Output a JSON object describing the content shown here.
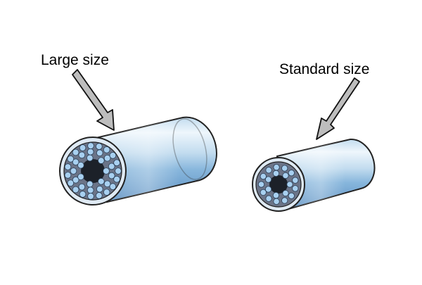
{
  "labels": {
    "large": "Large size",
    "standard": "Standard size"
  },
  "colors": {
    "tube_highlight": "#eef6fc",
    "tube_light": "#c2dcef",
    "tube_mid": "#87b6dc",
    "tube_dark": "#5b8fc2",
    "rod": "#a8d0f0",
    "rod_outline": "#2a3f57",
    "face_bg": "#6b7488",
    "core": "#1c2129",
    "outline": "#222222",
    "arrow_fill": "#bdbdbd"
  },
  "icons": {
    "arrow": "arrow-down-right-icon",
    "cylinder": "cylinder-bundle-icon"
  },
  "objects": [
    {
      "id": "large-socket",
      "rings": [
        7,
        13,
        19
      ]
    },
    {
      "id": "standard-socket",
      "rings": [
        7,
        13
      ]
    }
  ]
}
